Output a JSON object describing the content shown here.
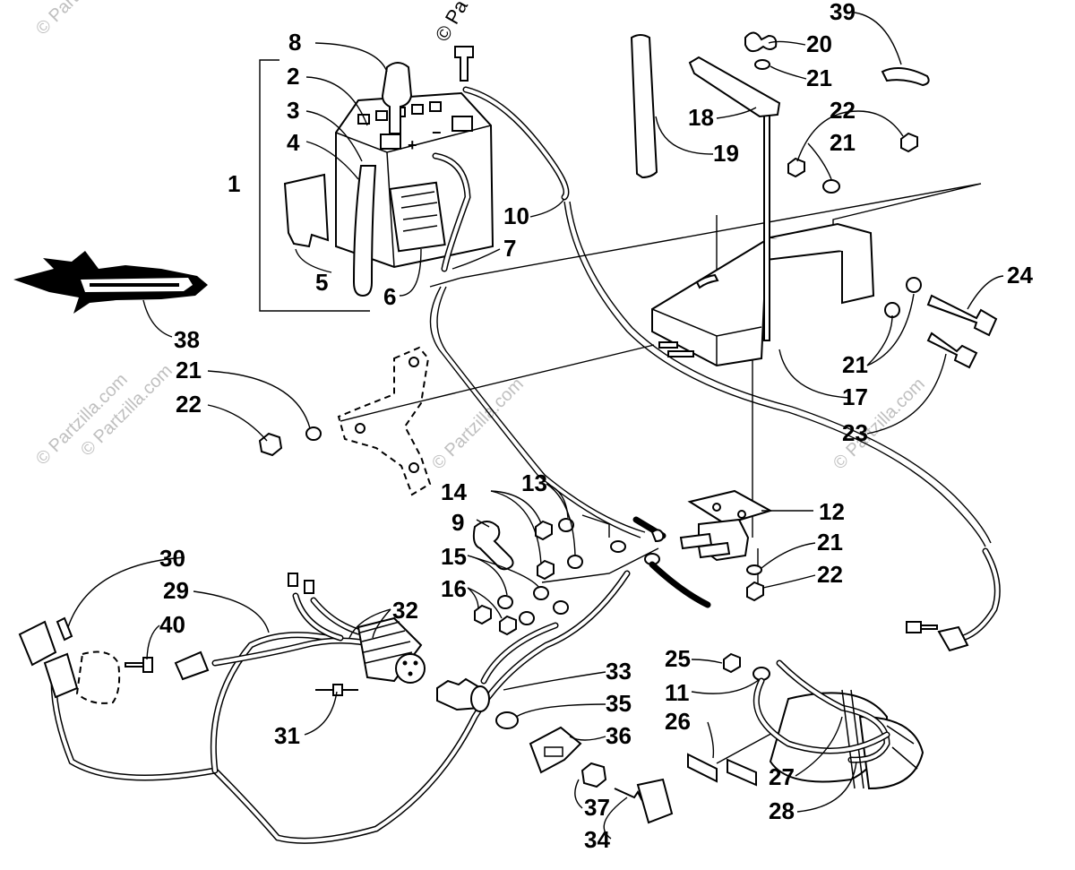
{
  "watermark": {
    "top_text": "© Pa",
    "repeat_text": "© Partzilla.com"
  },
  "callouts": [
    "1",
    "2",
    "3",
    "4",
    "5",
    "6",
    "7",
    "8",
    "9",
    "10",
    "11",
    "12",
    "13",
    "14",
    "15",
    "16",
    "17",
    "18",
    "19",
    "20",
    "21",
    "22",
    "23",
    "24",
    "25",
    "26",
    "27",
    "28",
    "29",
    "30",
    "31",
    "32",
    "33",
    "34",
    "35",
    "36",
    "37",
    "38",
    "39",
    "40"
  ],
  "battery_label": {
    "plus": "+",
    "minus": "−"
  }
}
